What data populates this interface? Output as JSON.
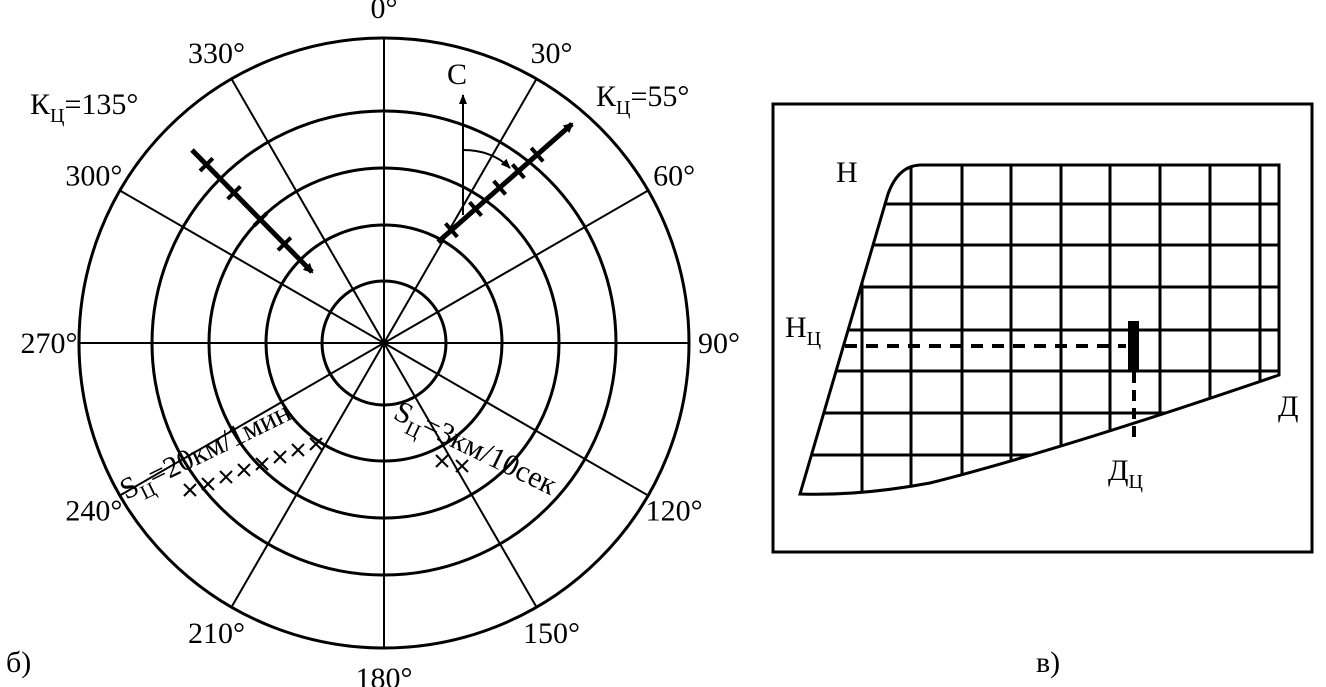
{
  "panel_b": {
    "label": "б)",
    "bearings": [
      {
        "angle": 0,
        "text": "0°"
      },
      {
        "angle": 30,
        "text": "30°"
      },
      {
        "angle": 60,
        "text": "60°"
      },
      {
        "angle": 90,
        "text": "90°"
      },
      {
        "angle": 120,
        "text": "120°"
      },
      {
        "angle": 150,
        "text": "150°"
      },
      {
        "angle": 180,
        "text": "180°"
      },
      {
        "angle": 210,
        "text": "210°"
      },
      {
        "angle": 240,
        "text": "240°"
      },
      {
        "angle": 270,
        "text": "270°"
      },
      {
        "angle": 300,
        "text": "300°"
      },
      {
        "angle": 330,
        "text": "330°"
      }
    ],
    "north": "С",
    "course_right": {
      "main": "К",
      "sub": "Ц",
      "value": "=55°"
    },
    "course_left": {
      "main": "К",
      "sub": "Ц",
      "value": "=135°"
    },
    "speed_left": {
      "main": "S",
      "sub": "Ц",
      "value": "=20км/1мин"
    },
    "speed_right": {
      "main": "S",
      "sub": "Ц",
      "value": "=3км/10сек"
    }
  },
  "panel_v": {
    "label": "в)",
    "h": "Н",
    "h_target": {
      "main": "Н",
      "sub": "Ц"
    },
    "d": "Д",
    "d_target": {
      "main": "Д",
      "sub": "Ц"
    }
  }
}
